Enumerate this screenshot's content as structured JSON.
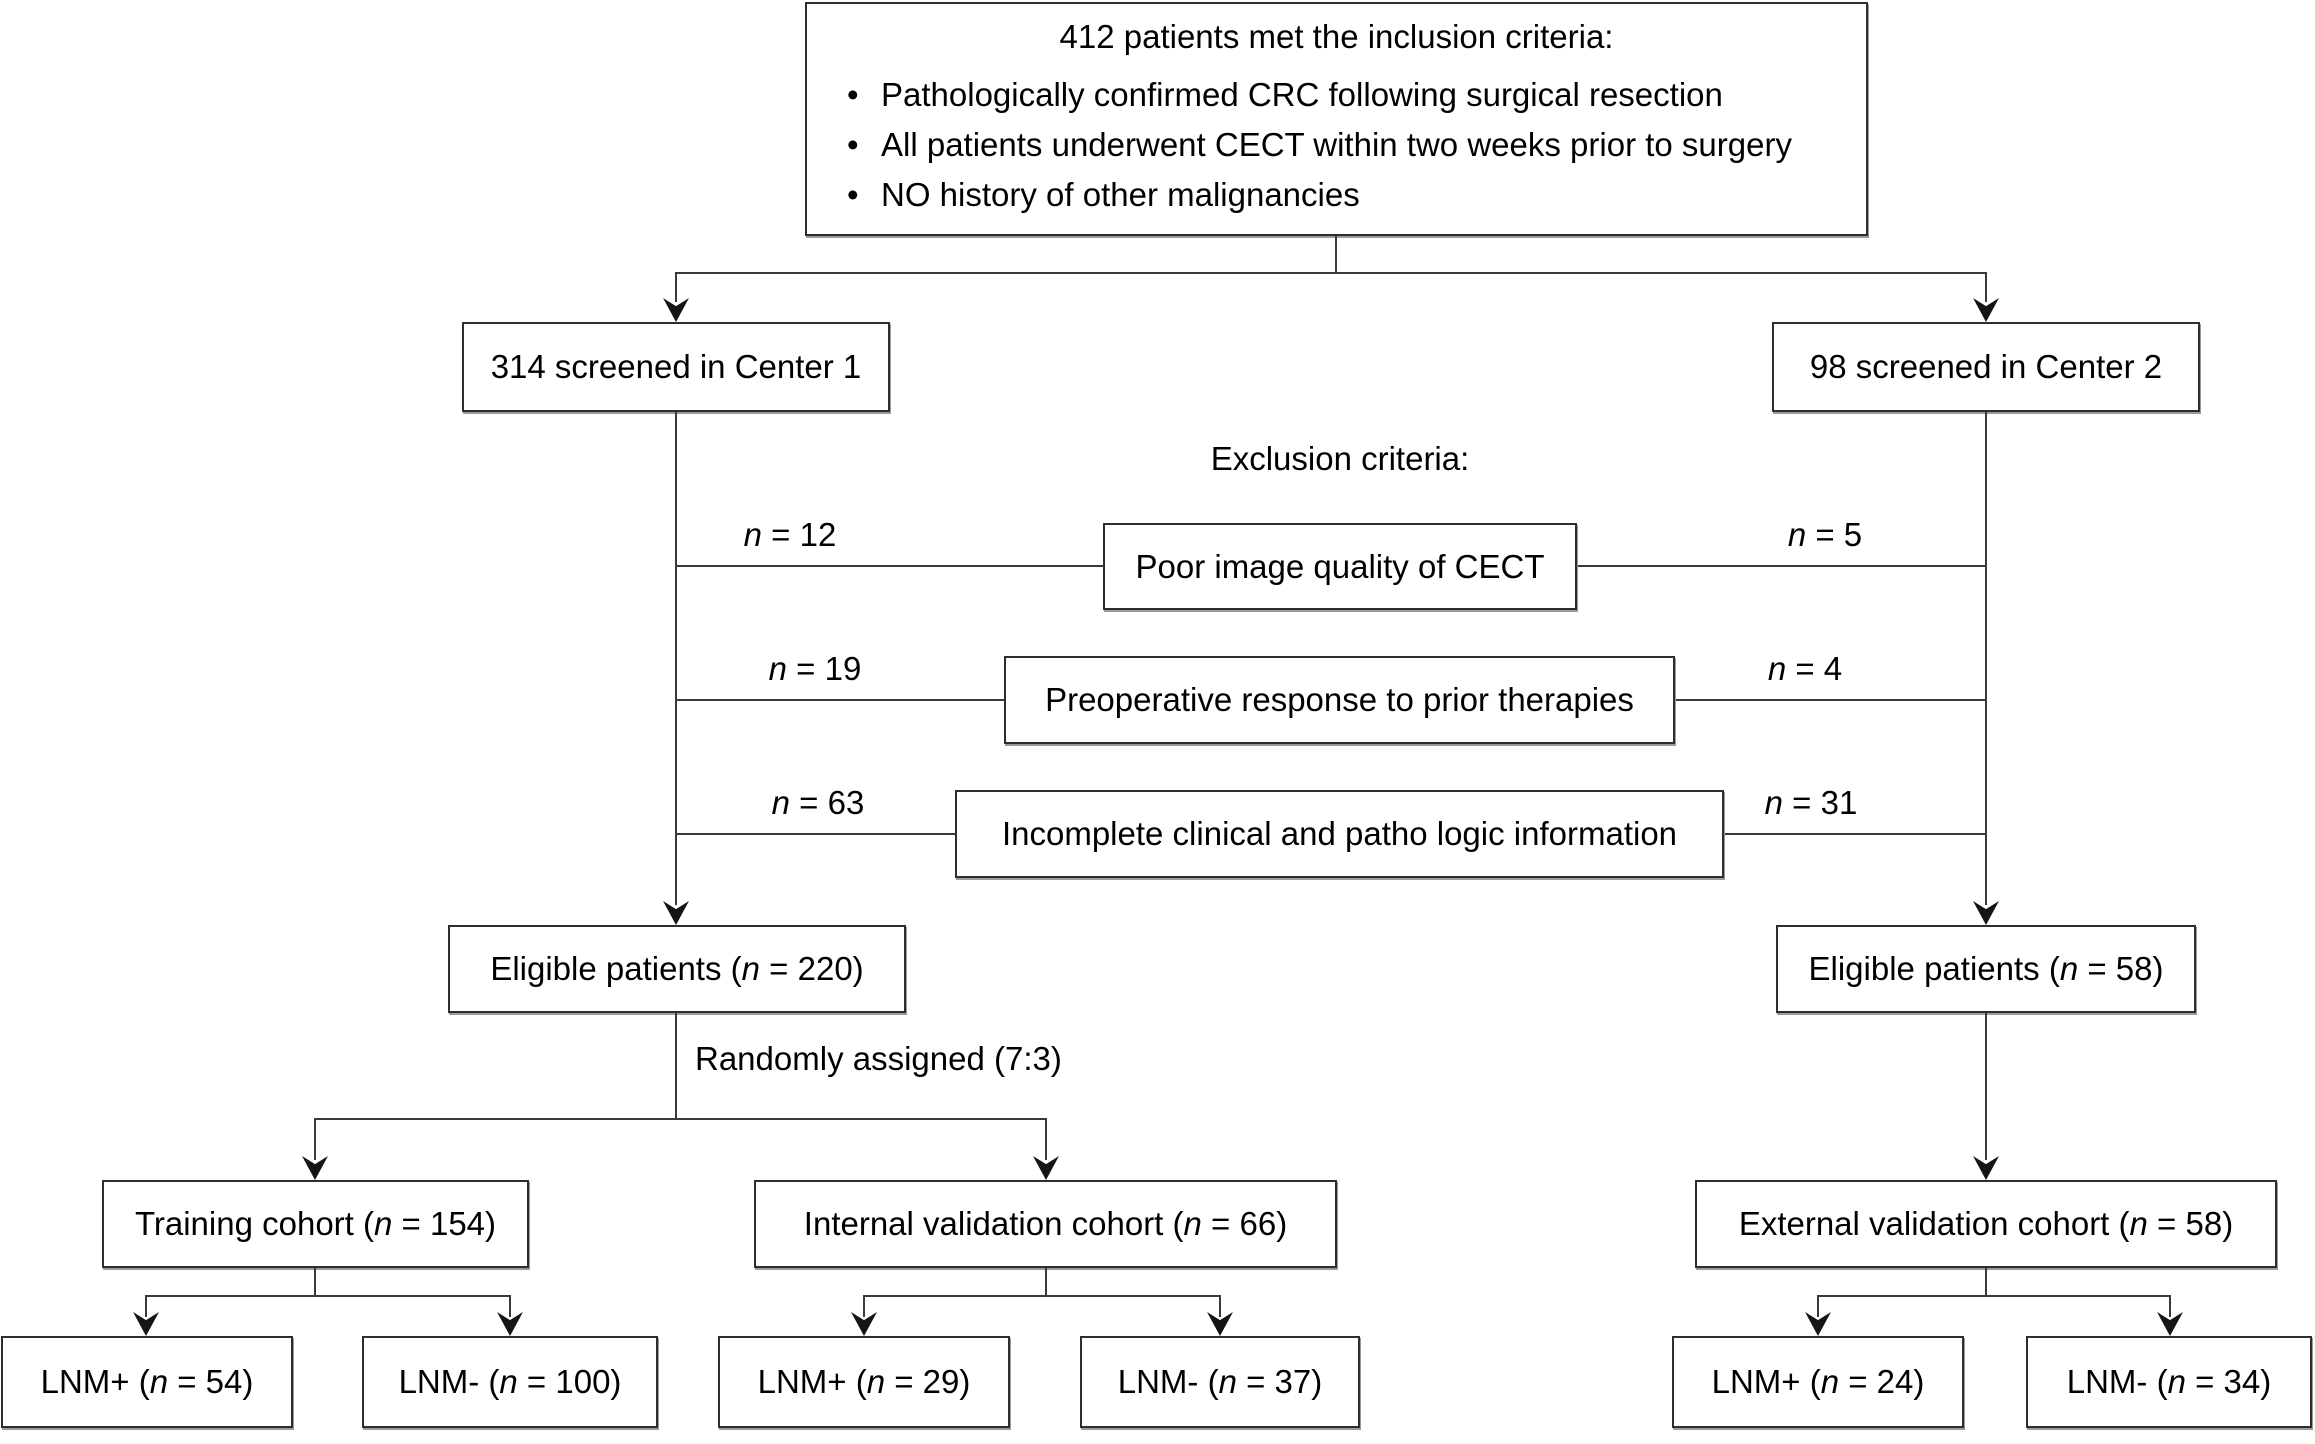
{
  "colors": {
    "page_background": "#ffffff",
    "box_background": "#ffffff",
    "box_border": "#2e2e2e",
    "line": "#3a3a3a",
    "text": "#000000"
  },
  "top": {
    "title": "412 patients met the inclusion criteria:",
    "bullet_char": "•",
    "bullets": [
      "Pathologically confirmed CRC following surgical resection",
      "All patients underwent CECT within two weeks prior to surgery",
      "NO history of other malignancies"
    ]
  },
  "screened": {
    "left": "314 screened in Center 1",
    "right": "98 screened in Center 2"
  },
  "exclusion": {
    "heading": "Exclusion criteria:",
    "rows": [
      {
        "left_var": "n",
        "left_rest": " = 12",
        "box": "Poor image quality of CECT",
        "right_var": "n",
        "right_rest": " = 5"
      },
      {
        "left_var": "n",
        "left_rest": " = 19",
        "box": "Preoperative response to prior therapies",
        "right_var": "n",
        "right_rest": " = 4"
      },
      {
        "left_var": "n",
        "left_rest": " = 63",
        "box": "Incomplete clinical and patho logic information",
        "right_var": "n",
        "right_rest": " = 31"
      }
    ]
  },
  "eligible": {
    "left": {
      "pre": "Eligible patients (",
      "var": "n",
      "rest": " = 220)"
    },
    "right": {
      "pre": "Eligible patients (",
      "var": "n",
      "rest": " = 58)"
    }
  },
  "random_label": "Randomly assigned (7:3)",
  "cohorts": {
    "training": {
      "pre": "Training cohort (",
      "var": "n",
      "rest": " = 154)"
    },
    "internal": {
      "pre": "Internal validation cohort (",
      "var": "n",
      "rest": " = 66)"
    },
    "external": {
      "pre": "External validation cohort (",
      "var": "n",
      "rest": " = 58)"
    }
  },
  "lnm": {
    "t_pos": {
      "pre": "LNM+ (",
      "var": "n",
      "rest": " = 54)"
    },
    "t_neg": {
      "pre": "LNM- (",
      "var": "n",
      "rest": " = 100)"
    },
    "i_pos": {
      "pre": "LNM+ (",
      "var": "n",
      "rest": " = 29)"
    },
    "i_neg": {
      "pre": "LNM- (",
      "var": "n",
      "rest": " = 37)"
    },
    "e_pos": {
      "pre": "LNM+ (",
      "var": "n",
      "rest": " = 24)"
    },
    "e_neg": {
      "pre": "LNM- (",
      "var": "n",
      "rest": " = 34)"
    }
  }
}
